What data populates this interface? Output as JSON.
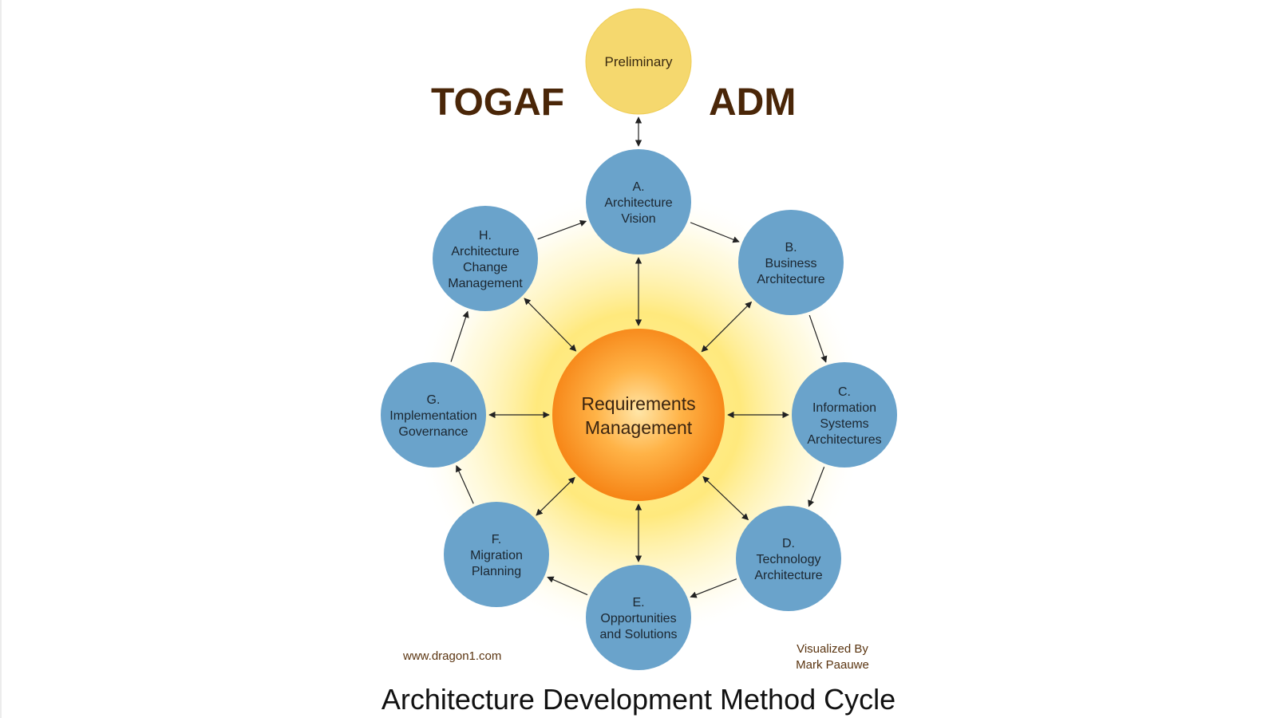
{
  "title": {
    "left_word": "TOGAF",
    "right_word": "ADM"
  },
  "preliminary": {
    "label": "Preliminary"
  },
  "center": {
    "lines": [
      "Requirements",
      "Management"
    ]
  },
  "phases": [
    {
      "id": "A",
      "lines": [
        "A.",
        "Architecture",
        "Vision"
      ]
    },
    {
      "id": "B",
      "lines": [
        "B.",
        "Business",
        "Architecture"
      ]
    },
    {
      "id": "C",
      "lines": [
        "C.",
        "Information",
        "Systems",
        "Architectures"
      ]
    },
    {
      "id": "D",
      "lines": [
        "D.",
        "Technology",
        "Architecture"
      ]
    },
    {
      "id": "E",
      "lines": [
        "E.",
        "Opportunities",
        "and Solutions"
      ]
    },
    {
      "id": "F",
      "lines": [
        "F.",
        "Migration",
        "Planning"
      ]
    },
    {
      "id": "G",
      "lines": [
        "G.",
        "Implementation",
        "Governance"
      ]
    },
    {
      "id": "H",
      "lines": [
        "H.",
        "Architecture",
        "Change",
        "Management"
      ]
    }
  ],
  "credits": {
    "website": "www.dragon1.com",
    "visualized_by": [
      "Visualized By",
      "Mark Paauwe"
    ]
  },
  "caption": "Architecture Development Method Cycle",
  "colors": {
    "phase_fill": "#6aa3cb",
    "preliminary_fill": "#f5d86e",
    "center_core": "#ffd27a",
    "center_edge": "#f57f10",
    "glow": "#ffe566",
    "title": "#4a2608"
  }
}
